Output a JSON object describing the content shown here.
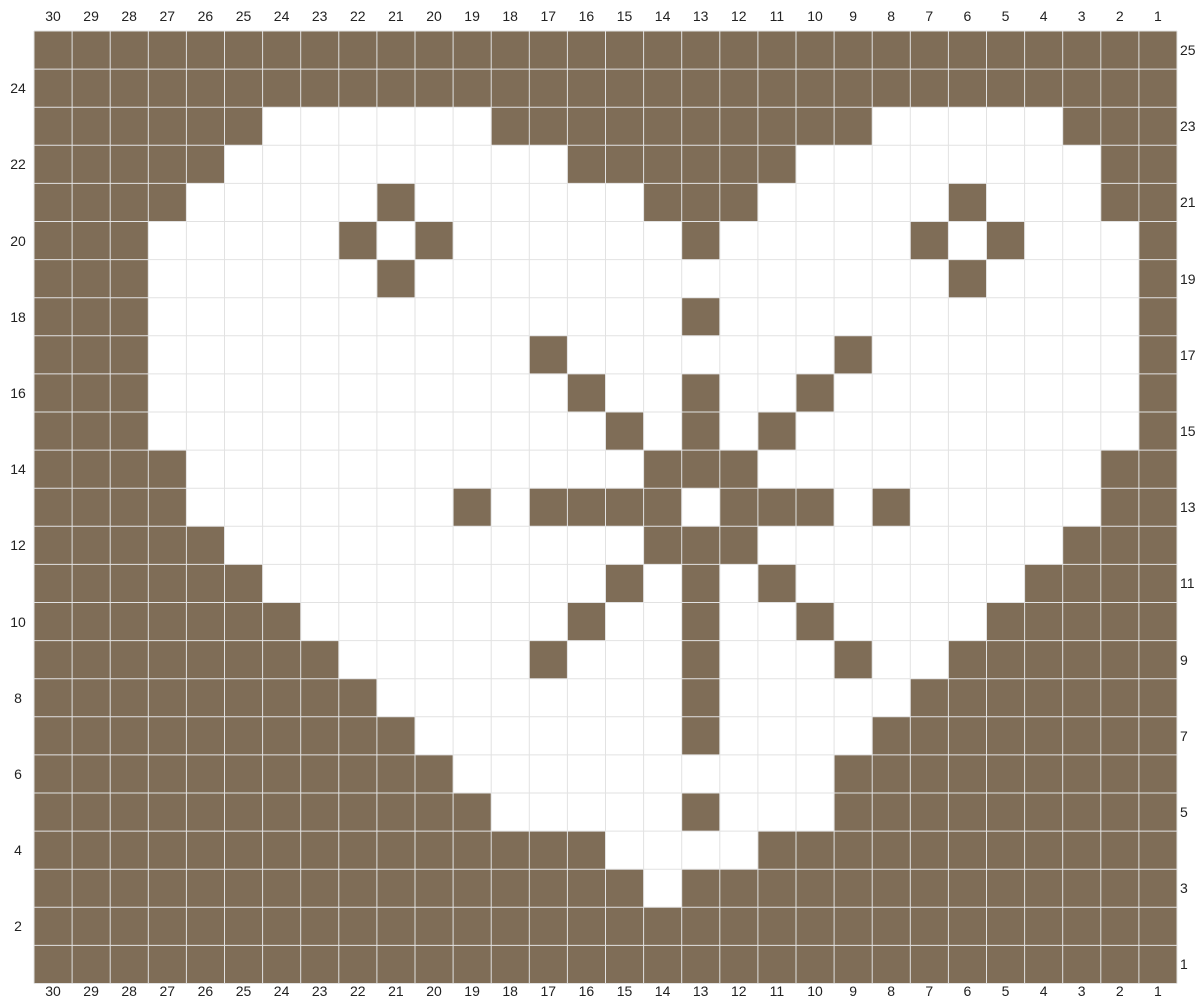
{
  "chart_data": {
    "type": "heatmap",
    "colors": {
      "filled": "#7f6d57",
      "empty": "#ffffff",
      "grid_line": "#e2e2e2"
    },
    "columns": [
      30,
      29,
      28,
      27,
      26,
      25,
      24,
      23,
      22,
      21,
      20,
      19,
      18,
      17,
      16,
      15,
      14,
      13,
      12,
      11,
      10,
      9,
      8,
      7,
      6,
      5,
      4,
      3,
      2,
      1
    ],
    "rows": [
      25,
      24,
      23,
      22,
      21,
      20,
      19,
      18,
      17,
      16,
      15,
      14,
      13,
      12,
      11,
      10,
      9,
      8,
      7,
      6,
      5,
      4,
      3,
      2,
      1
    ],
    "row_labels_left": [
      24,
      22,
      20,
      18,
      16,
      14,
      12,
      10,
      8,
      6,
      4,
      2
    ],
    "row_labels_right": [
      25,
      23,
      21,
      19,
      17,
      15,
      13,
      11,
      9,
      7,
      5,
      3,
      1
    ],
    "grid": [
      "111111111111111111111111111111",
      "111111111111111111111111111111",
      "111111000000111111111100000111",
      "111110000000001111110000000011",
      "111100000100000011100000100011",
      "111000001010000001000001010001",
      "111000000100000000000000100001",
      "111000000000000001000000000001",
      "111000000000010000000100000001",
      "111000000000001001001000000001",
      "111000000000000101010000000001",
      "111100000000000011100000000011",
      "111100000001011110111010000011",
      "111110000000000011100000000111",
      "111111000000000101010000001111",
      "111111100000001001001000011111",
      "111111110000010001000100111111",
      "111111111000000001000001111111",
      "111111111100000001000011111111",
      "111111111110000000000111111111",
      "111111111111000001000111111111",
      "111111111111111000011111111111",
      "111111111111111101111111111111",
      "111111111111111111111111111111",
      "111111111111111111111111111111"
    ]
  }
}
